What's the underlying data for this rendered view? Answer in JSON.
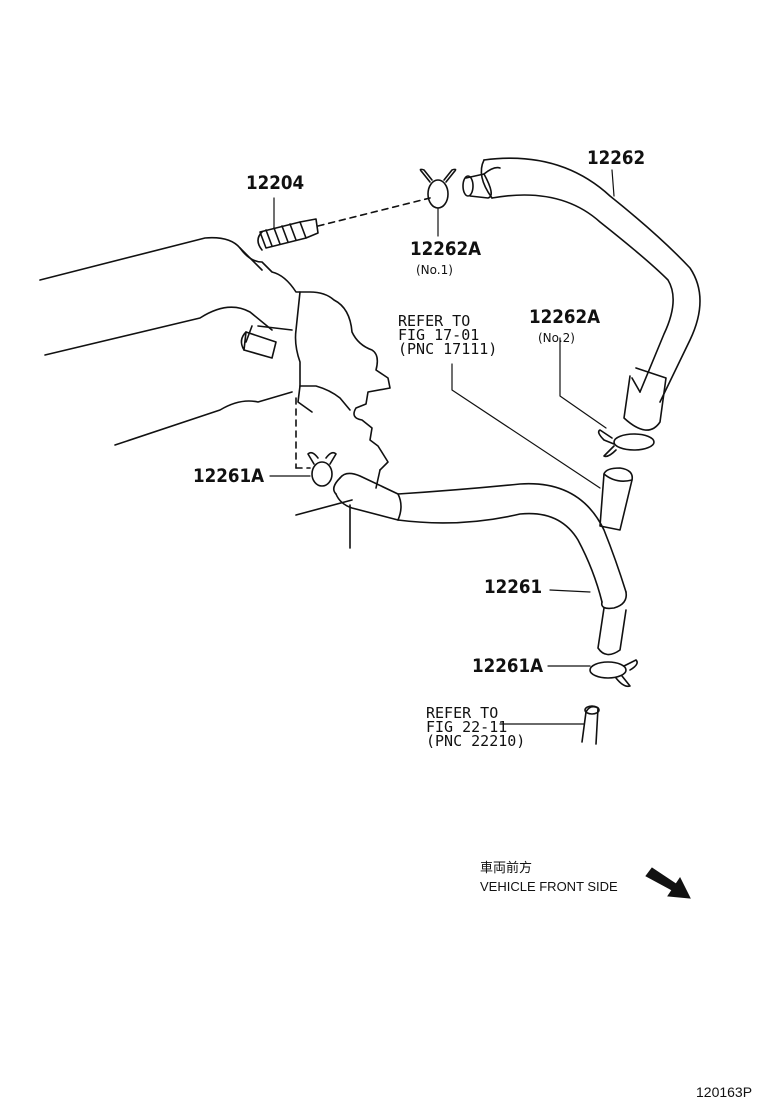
{
  "parts": {
    "p12204": "12204",
    "p12262": "12262",
    "p12262A_1": "12262A",
    "p12262A_1_note": "(No.1)",
    "p12262A_2": "12262A",
    "p12262A_2_note": "(No.2)",
    "p12261A_1": "12261A",
    "p12261": "12261",
    "p12261A_2": "12261A"
  },
  "refs": [
    {
      "line1": "REFER TO",
      "line2": "FIG 17-01",
      "line3": "(PNC 17111)"
    },
    {
      "line1": "REFER TO",
      "line2": "FIG 22-11",
      "line3": "(PNC 22210)"
    }
  ],
  "direction": {
    "jp": "車両前方",
    "en": "VEHICLE FRONT SIDE",
    "icon": "arrow-icon"
  },
  "diagram_code": "120163P",
  "colors": {
    "ink": "#111111",
    "paper": "#ffffff"
  }
}
